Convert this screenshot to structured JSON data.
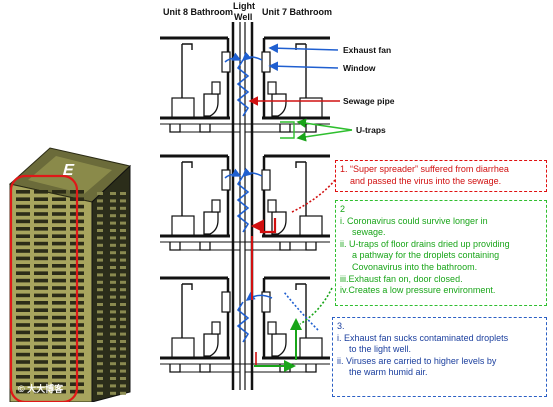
{
  "headers": {
    "left_unit": "Unit 8 Bathroom",
    "light_well_line1": "Light",
    "light_well_line2": "Well",
    "right_unit": "Unit 7 Bathroom"
  },
  "annotations": {
    "exhaust_fan": "Exhaust fan",
    "window": "Window",
    "sewage_pipe": "Sewage pipe",
    "u_traps": "U-traps"
  },
  "boxes": {
    "box1": {
      "lines": [
        "1. “Super spreader” suffered from diarrhea",
        "and  passed the virus into the sewage."
      ]
    },
    "box2": {
      "lines": [
        "2",
        "i.  Coronavirus could survive longer in",
        "    sewage.",
        "ii. U-traps of floor drains dried up providing",
        "    a pathway for the droplets containing",
        "    Covonavirus into the bathroom.",
        "iii.Exhaust fan on, door closed.",
        "iv.Creates a low pressure environment."
      ]
    },
    "box3": {
      "lines": [
        "3.",
        "i.   Exhaust fan sucks contaminated droplets",
        "     to the light well.",
        "ii.  Viruses are carried to higher levels by",
        "     the warm humid air."
      ]
    }
  },
  "tower": {
    "sign_letter": "E",
    "watermark": "© 大大博客"
  },
  "colors": {
    "red": "#d11010",
    "green": "#19a519",
    "blue": "#1f5fd0",
    "dark": "#111111"
  }
}
